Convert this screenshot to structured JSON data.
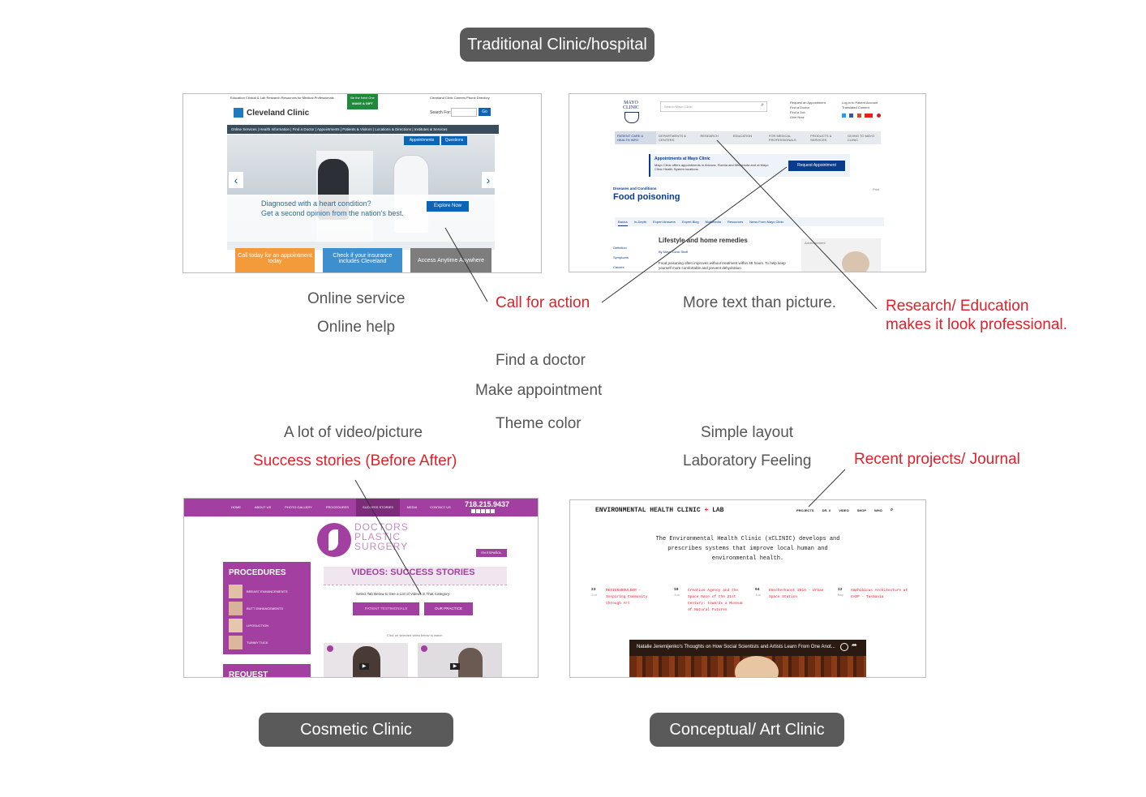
{
  "labels": {
    "traditional": "Traditional Clinic/hospital",
    "cosmetic": "Cosmetic Clinic",
    "conceptual": "Conceptual/ Art Clinic"
  },
  "notes": {
    "online_service": "Online service",
    "online_help": "Online help",
    "call_for_action": "Call for action",
    "more_text": "More text than picture.",
    "research_1": "Research/ Education",
    "research_2": "makes it look professional.",
    "find_doctor": "Find a doctor",
    "make_appointment": "Make appointment",
    "theme_color": "Theme color",
    "video_picture": "A lot of video/picture",
    "success_stories": "Success stories (Before After)",
    "simple_layout": "Simple layout",
    "lab_feeling": "Laboratory Feeling",
    "recent_projects": "Recent projects/ Journal"
  },
  "cleveland": {
    "top_links": "Education   Clinical & Lab Research   Resources for Medical Professionals",
    "top_right": "Cleveland Clinic Careers   Phone Directory",
    "green_tag": "Be the Next One",
    "gift": "MAKE A GIFT",
    "logo": "Cleveland Clinic",
    "search_label": "Search For:",
    "go": "Go",
    "nav": "Online Services | Health Information | Find a Doctor | Appointments | Patients & Visitors | Locations & Directions | Institutes & Services",
    "tab1": "Appointments",
    "tab2": "Questions",
    "hero_line1": "Diagnosed with a heart condition?",
    "hero_line2": "Get a second opinion from the nation's best.",
    "explore": "Explore Now",
    "box1": "Call today for an appointment today",
    "box2": "Check if your insurance includes Cleveland",
    "box3": "Access Anytime Anywhere"
  },
  "mayo": {
    "logo": "MAYO CLINIC",
    "search_placeholder": "Search Mayo Clinic",
    "links1": [
      "Request an Appointment",
      "Find a Doctor",
      "Find a Job",
      "Give Now"
    ],
    "links2": [
      "Log in to Patient Account",
      "Translated Content"
    ],
    "nav": [
      "PATIENT CARE & HEALTH INFO",
      "DEPARTMENTS & CENTERS",
      "RESEARCH",
      "EDUCATION",
      "FOR MEDICAL PROFESSIONALS",
      "PRODUCTS & SERVICES",
      "GIVING TO MAYO CLINIC"
    ],
    "appt_title": "Appointments at Mayo Clinic",
    "appt_text": "Mayo Clinic offers appointments in Arizona, Florida and Minnesota and at Mayo Clinic Health System locations.",
    "request": "Request Appointment",
    "breadcrumb": "Diseases and Conditions",
    "title": "Food poisoning",
    "print": "Print",
    "tabs": [
      "Basics",
      "In-Depth",
      "Expert Answers",
      "Expert Blog",
      "Multimedia",
      "Resources",
      "News From Mayo Clinic"
    ],
    "side": [
      "Definition",
      "Symptoms",
      "Causes"
    ],
    "section": "Lifestyle and home remedies",
    "byline": "By Mayo Clinic Staff",
    "body": "Food poisoning often improves without treatment within 48 hours. To help keep yourself more comfortable and prevent dehydration",
    "ad": "Advertisement"
  },
  "dps": {
    "nav": [
      "HOME",
      "ABOUT US",
      "PHOTO GALLERY",
      "PROCEDURES",
      "SUCCESS STORIES",
      "MEDIA",
      "CONTACT US"
    ],
    "phone": "718.215.9437",
    "logo1": "DOCTORS",
    "logo2": "PLASTIC",
    "logo3": "SURGERY",
    "espanol": "EN ESPAÑOL",
    "procedures": "PROCEDURES",
    "proc_items": [
      "BREAST ENHANCEMENTS",
      "BUTT ENHANCEMENTS",
      "LIPOSUCTION",
      "TUMMY TUCK"
    ],
    "request": "REQUEST",
    "heading": "VIDEOS: SUCCESS STORIES",
    "select_text": "Select Tab Below to See a List of Videos in That Category:",
    "tab1": "PATIENT TESTIMONIALS",
    "tab2": "OUR PRACTICE",
    "click_text": "Click on selected video below to watch"
  },
  "ehc": {
    "logo_a": "ENVIRONMENTAL HEALTH CLINIC",
    "logo_plus": "+",
    "logo_b": "LAB",
    "nav": [
      "PROJECTS",
      "DR. X",
      "VIDEO",
      "SHOP",
      "WHO"
    ],
    "intro": "The Environmental Health Clinic (xCLINIC) develops and prescribes systems that improve local human and environmental health.",
    "posts": [
      {
        "day": "23",
        "month": "Jun",
        "text": "DESIGNxBOULDER - Inspiring Community through Art"
      },
      {
        "day": "10",
        "month": "Jun",
        "text": "Creative Agency and the Space Race of the 21st Century: towards a Museum of Natural Futures"
      },
      {
        "day": "04",
        "month": "Jun",
        "text": "Emscherkunst 2016 - Urban Space Station"
      },
      {
        "day": "12",
        "month": "May",
        "text": "Amphibious Architecture at GASP - Tasmania"
      }
    ],
    "video_title": "Natalie Jeremijenko's Thoughts on How Social Scientists and Artists Learn From One Anot..."
  },
  "colors": {
    "accent_red": "#e0202a",
    "pill_gray": "#5a5a5a",
    "cleveland_blue": "#0b64b5",
    "mayo_blue": "#0a3b8c",
    "dps_purple": "#a33fa0"
  }
}
